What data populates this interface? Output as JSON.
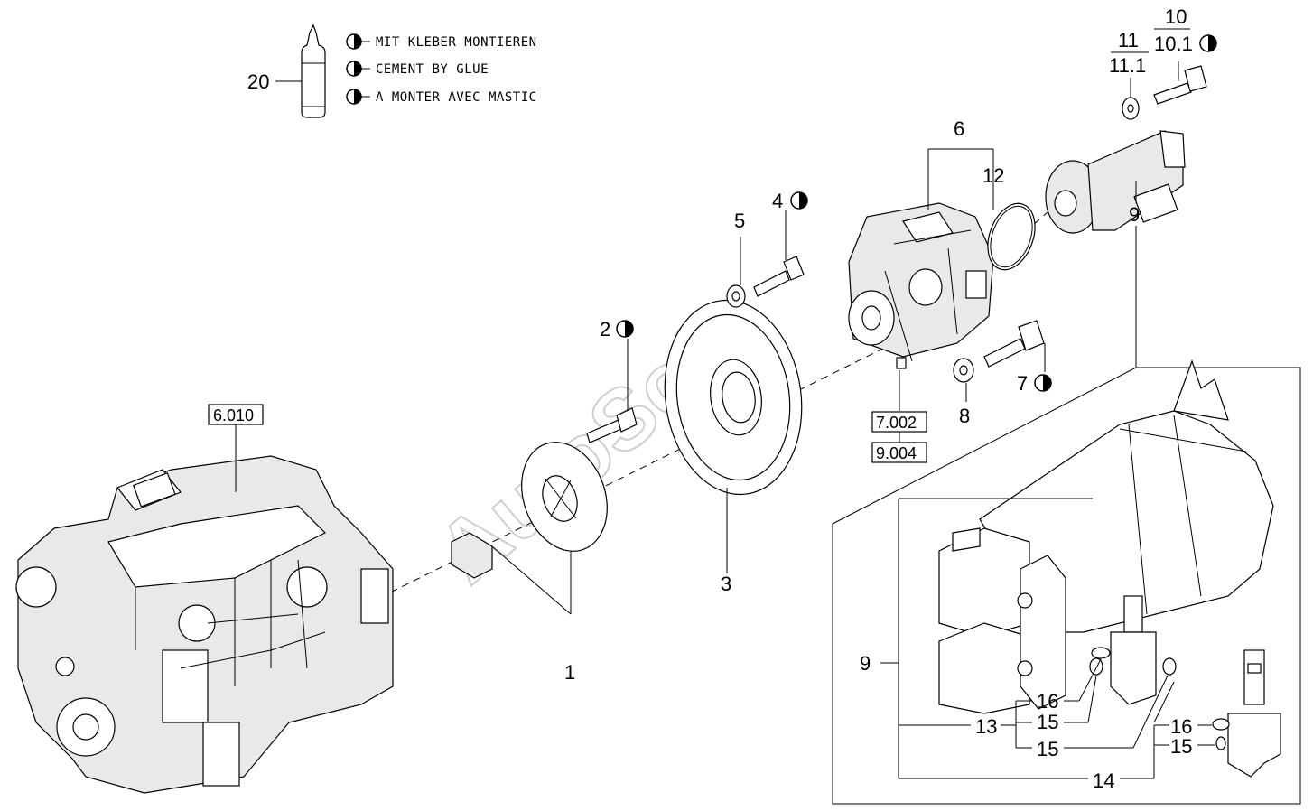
{
  "legend": {
    "glue_item": "20",
    "lines": [
      "MIT KLEBER MONTIEREN",
      "CEMENT BY GLUE",
      "A MONTER AVEC MASTIC"
    ]
  },
  "refs": {
    "engine": "6.010",
    "pump_ref_a": "7.002",
    "pump_ref_b": "9.004"
  },
  "callouts": {
    "c1": "1",
    "c2": "2",
    "c3": "3",
    "c4": "4",
    "c5": "5",
    "c6": "6",
    "c7": "7",
    "c8": "8",
    "c9_top": "9",
    "c9_detail": "9",
    "c10": "10",
    "c10_1": "10.1",
    "c11": "11",
    "c11_1": "11.1",
    "c12": "12",
    "c13": "13",
    "c14": "14",
    "c15_a": "15",
    "c15_b": "15",
    "c15_c": "15",
    "c16_a": "16",
    "c16_b": "16"
  },
  "watermark": "AutoSoft"
}
